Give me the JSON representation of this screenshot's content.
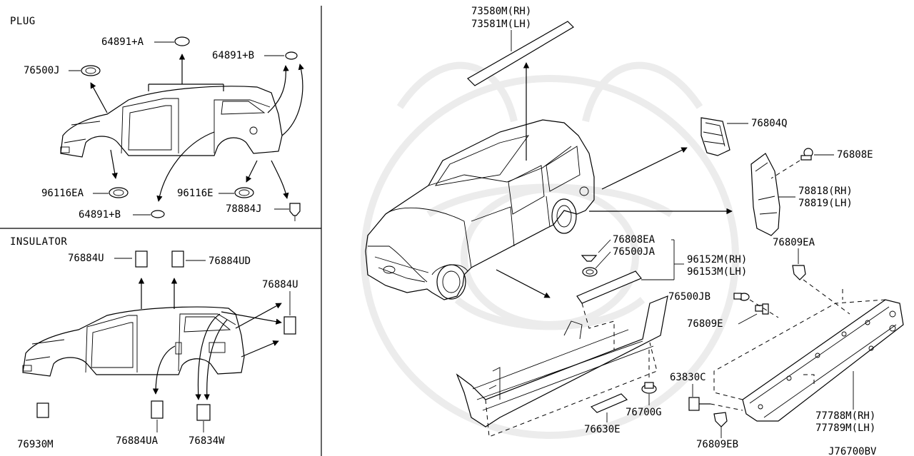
{
  "sections": {
    "plug": "PLUG",
    "insulator": "INSULATOR"
  },
  "diagram_code": "J76700BV",
  "labels": {
    "p_64891a": "64891+A",
    "p_64891b_top": "64891+B",
    "p_76500j": "76500J",
    "p_96116ea": "96116EA",
    "p_96116e": "96116E",
    "p_64891b_bottom": "64891+B",
    "p_78884j": "78884J",
    "i_76884u_left": "76884U",
    "i_76884ud": "76884UD",
    "i_76884u_right": "76884U",
    "i_76930m": "76930M",
    "i_76884ua": "76884UA",
    "i_76834w": "76834W",
    "m_73580m": "73580M(RH)",
    "m_73581m": "73581M(LH)",
    "m_76804q": "76804Q",
    "m_76808e": "76808E",
    "m_78818": "78818(RH)",
    "m_78819": "78819(LH)",
    "m_76809ea": "76809EA",
    "m_76808ea": "76808EA",
    "m_76500ja": "76500JA",
    "m_96152m": "96152M(RH)",
    "m_96153m": "96153M(LH)",
    "m_76500jb": "76500JB",
    "m_76809e": "76809E",
    "m_63830c": "63830C",
    "m_76700g": "76700G",
    "m_76630e": "76630E",
    "m_77788m": "77788M(RH)",
    "m_77789m": "77789M(LH)",
    "m_76809eb": "76809EB"
  },
  "icons": [
    "watermark-emblem-icon",
    "car-body-icon",
    "minivan-icon",
    "arrow-icon",
    "plug-icon",
    "clip-icon",
    "insulator-pad-icon"
  ]
}
